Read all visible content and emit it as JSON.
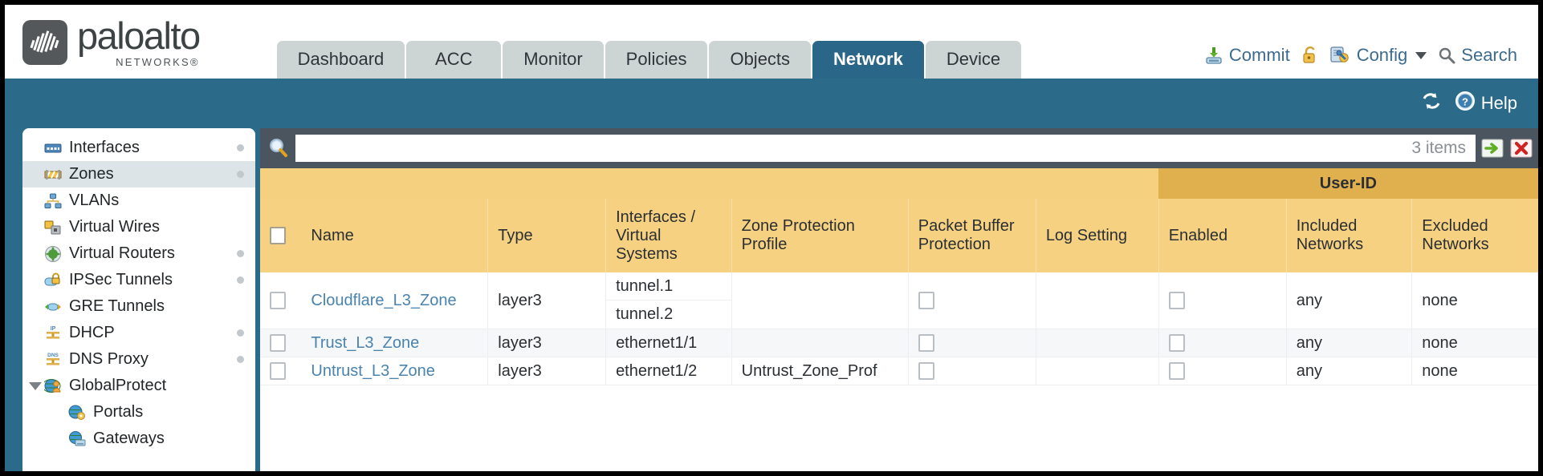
{
  "brand": {
    "name": "paloalto",
    "sub": "NETWORKS®",
    "logo_icon": "paloalto-logo-icon"
  },
  "nav": {
    "tabs": [
      {
        "label": "Dashboard",
        "active": false
      },
      {
        "label": "ACC",
        "active": false
      },
      {
        "label": "Monitor",
        "active": false
      },
      {
        "label": "Policies",
        "active": false
      },
      {
        "label": "Objects",
        "active": false
      },
      {
        "label": "Network",
        "active": true
      },
      {
        "label": "Device",
        "active": false
      }
    ]
  },
  "header_actions": {
    "commit": {
      "label": "Commit",
      "icon": "commit-download-icon"
    },
    "lock": {
      "label": "",
      "icon": "padlock-icon"
    },
    "config": {
      "label": "Config",
      "icon": "config-wrench-key-icon",
      "has_caret": true
    },
    "search": {
      "label": "Search",
      "icon": "search-magnifier-icon"
    }
  },
  "blueband": {
    "refresh": {
      "label": "",
      "icon": "refresh-icon"
    },
    "help": {
      "label": "Help",
      "icon": "help-question-icon"
    }
  },
  "sidebar": {
    "items": [
      {
        "label": "Interfaces",
        "icon": "interfaces-icon",
        "active": false,
        "dot": true,
        "child": false,
        "triangle": false
      },
      {
        "label": "Zones",
        "icon": "zones-icon",
        "active": true,
        "dot": true,
        "child": false,
        "triangle": false
      },
      {
        "label": "VLANs",
        "icon": "vlans-icon",
        "active": false,
        "dot": false,
        "child": false,
        "triangle": false
      },
      {
        "label": "Virtual Wires",
        "icon": "virtual-wires-icon",
        "active": false,
        "dot": false,
        "child": false,
        "triangle": false
      },
      {
        "label": "Virtual Routers",
        "icon": "virtual-routers-icon",
        "active": false,
        "dot": true,
        "child": false,
        "triangle": false
      },
      {
        "label": "IPSec Tunnels",
        "icon": "ipsec-tunnels-icon",
        "active": false,
        "dot": true,
        "child": false,
        "triangle": false
      },
      {
        "label": "GRE Tunnels",
        "icon": "gre-tunnels-icon",
        "active": false,
        "dot": false,
        "child": false,
        "triangle": false
      },
      {
        "label": "DHCP",
        "icon": "dhcp-icon",
        "active": false,
        "dot": true,
        "child": false,
        "triangle": false
      },
      {
        "label": "DNS Proxy",
        "icon": "dns-proxy-icon",
        "active": false,
        "dot": true,
        "child": false,
        "triangle": false
      },
      {
        "label": "GlobalProtect",
        "icon": "globalprotect-icon",
        "active": false,
        "dot": false,
        "child": false,
        "triangle": true
      },
      {
        "label": "Portals",
        "icon": "portals-icon",
        "active": false,
        "dot": false,
        "child": true,
        "triangle": false
      },
      {
        "label": "Gateways",
        "icon": "gateways-icon",
        "active": false,
        "dot": false,
        "child": true,
        "triangle": false
      }
    ]
  },
  "search": {
    "value": "",
    "placeholder": "",
    "icon": "search-magnifier-icon",
    "items_count": "3 items",
    "apply_icon": "green-arrow-apply-icon",
    "clear_icon": "red-x-clear-icon"
  },
  "table": {
    "group_header": {
      "user_id": "User-ID"
    },
    "columns": [
      "Name",
      "Type",
      "Interfaces / Virtual Systems",
      "Zone Protection Profile",
      "Packet Buffer Protection",
      "Log Setting",
      "Enabled",
      "Included Networks",
      "Excluded Networks"
    ],
    "rows": [
      {
        "selected": false,
        "name": "Cloudflare_L3_Zone",
        "type": "layer3",
        "interfaces": [
          "tunnel.1",
          "tunnel.2"
        ],
        "zone_protection_profile": "",
        "packet_buffer_protection": false,
        "log_setting": "",
        "user_id_enabled": false,
        "included_networks": "any",
        "excluded_networks": "none"
      },
      {
        "selected": false,
        "name": "Trust_L3_Zone",
        "type": "layer3",
        "interfaces": [
          "ethernet1/1"
        ],
        "zone_protection_profile": "",
        "packet_buffer_protection": false,
        "log_setting": "",
        "user_id_enabled": false,
        "included_networks": "any",
        "excluded_networks": "none"
      },
      {
        "selected": false,
        "name": "Untrust_L3_Zone",
        "type": "layer3",
        "interfaces": [
          "ethernet1/2"
        ],
        "zone_protection_profile": "Untrust_Zone_Prof",
        "packet_buffer_protection": false,
        "log_setting": "",
        "user_id_enabled": false,
        "included_networks": "any",
        "excluded_networks": "none"
      }
    ]
  },
  "colors": {
    "brand_dark": "#54585a",
    "tab_active": "#2a6687",
    "tab_inactive": "#ccd5d4",
    "band_blue": "#2c6a8a",
    "header_gold": "#f5d181",
    "group_gold": "#e0b04f",
    "link_blue": "#4a83ad",
    "search_bar": "#4a5560",
    "sidebar_active": "#dde4e8"
  }
}
